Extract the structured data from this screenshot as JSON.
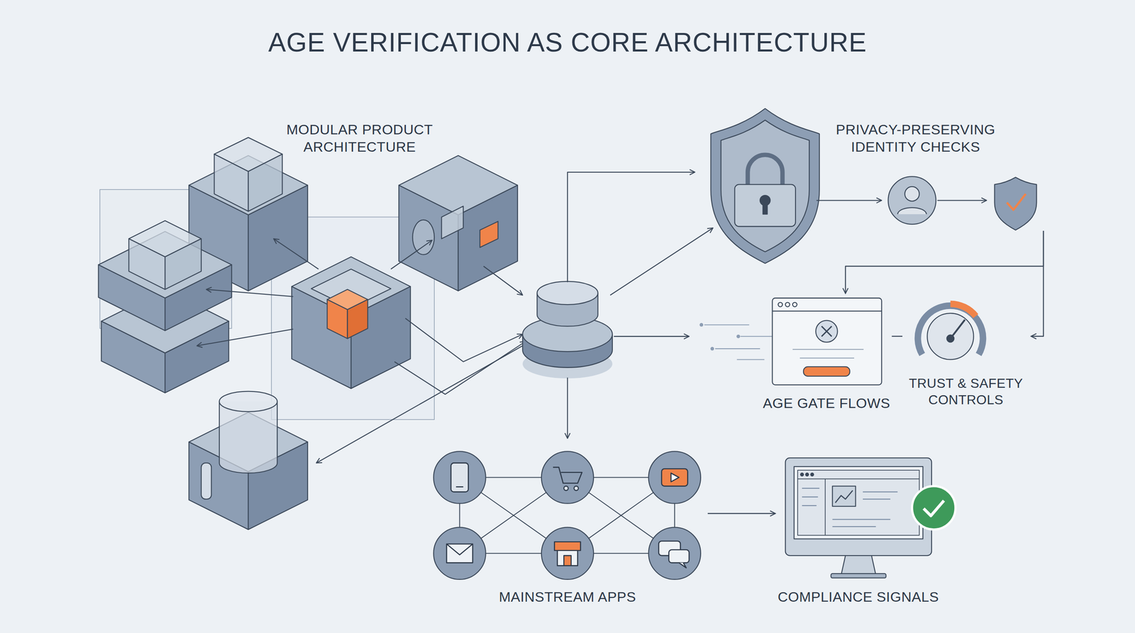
{
  "diagram": {
    "title": "AGE VERIFICATION AS CORE ARCHITECTURE",
    "nodes": [
      {
        "text": [
          "MODULAR PRODUCT ARCHITECTURE"
        ]
      },
      {
        "text": [
          "PRIVACY-PRESERVING IDENTITY CHECKS"
        ]
      },
      {
        "text": [
          "AGE GATE FLOWS"
        ]
      },
      {
        "text": [
          "TRUST & SAFETY CONTROLS"
        ]
      },
      {
        "text": [
          "MAINSTREAM APPS"
        ]
      },
      {
        "text": [
          "COMPLIANCE SIGNALS"
        ]
      }
    ],
    "edges": [
      {
        "from": 1,
        "to": 2,
        "arrow": "to"
      },
      {
        "from": 1,
        "to": 3,
        "arrow": "to"
      },
      {
        "from": 2,
        "to": 3,
        "arrow": "none"
      },
      {
        "from": 4,
        "to": 5,
        "arrow": "to"
      }
    ]
  }
}
